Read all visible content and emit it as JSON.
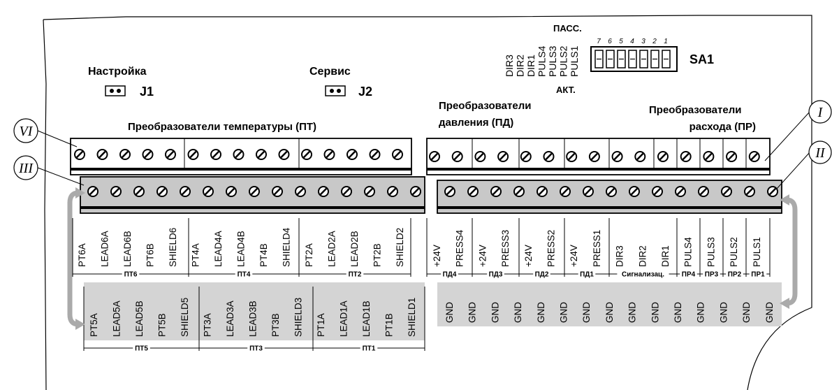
{
  "labels": {
    "setup": "Настройка",
    "setup_jumper": "J1",
    "service": "Сервис",
    "service_jumper": "J2",
    "temp_heading": "Преобразователи температуры (ПТ)",
    "press_heading_line1": "Преобразователи",
    "press_heading_line2": "давления (ПД)",
    "flow_heading_line1": "Преобразователи",
    "flow_heading_line2": "расхода (ПР)",
    "switch_name": "SA1",
    "switch_top": "ПАСС.",
    "switch_bottom": "АКТ."
  },
  "dip_switch": {
    "numbers": [
      "7",
      "6",
      "5",
      "4",
      "3",
      "2",
      "1"
    ],
    "signals": [
      "DIR3",
      "DIR2",
      "DIR1",
      "PULS4",
      "PULS3",
      "PULS2",
      "PULS1"
    ]
  },
  "callouts": {
    "vi": "VI",
    "iii": "III",
    "i": "I",
    "ii": "II"
  },
  "left_upper_pins": [
    "PT6A",
    "LEAD6A",
    "LEAD6B",
    "PT6B",
    "SHIELD6",
    "PT4A",
    "LEAD4A",
    "LEAD4B",
    "PT4B",
    "SHIELD4",
    "PT2A",
    "LEAD2A",
    "LEAD2B",
    "PT2B",
    "SHIELD2"
  ],
  "left_upper_groups": [
    "ПТ6",
    "ПТ4",
    "ПТ2"
  ],
  "left_lower_pins": [
    "PT5A",
    "LEAD5A",
    "LEAD5B",
    "PT5B",
    "SHIELD5",
    "PT3A",
    "LEAD3A",
    "LEAD3B",
    "PT3B",
    "SHIELD3",
    "PT1A",
    "LEAD1A",
    "LEAD1B",
    "PT1B",
    "SHIELD1"
  ],
  "left_lower_groups": [
    "ПТ5",
    "ПТ3",
    "ПТ1"
  ],
  "right_upper_pins": [
    "+24V",
    "PRESS4",
    "+24V",
    "PRESS3",
    "+24V",
    "PRESS2",
    "+24V",
    "PRESS1",
    "DIR3",
    "DIR2",
    "DIR1",
    "PULS4",
    "PULS3",
    "PULS2",
    "PULS1"
  ],
  "right_upper_groups": [
    "ПД4",
    "ПД3",
    "ПД2",
    "ПД1",
    "Сигнализац.",
    "ПР4",
    "ПР3",
    "ПР2",
    "ПР1"
  ],
  "right_lower_pins": [
    "GND",
    "GND",
    "GND",
    "GND",
    "GND",
    "GND",
    "GND",
    "GND",
    "GND",
    "GND",
    "GND",
    "GND",
    "GND",
    "GND",
    "GND"
  ]
}
